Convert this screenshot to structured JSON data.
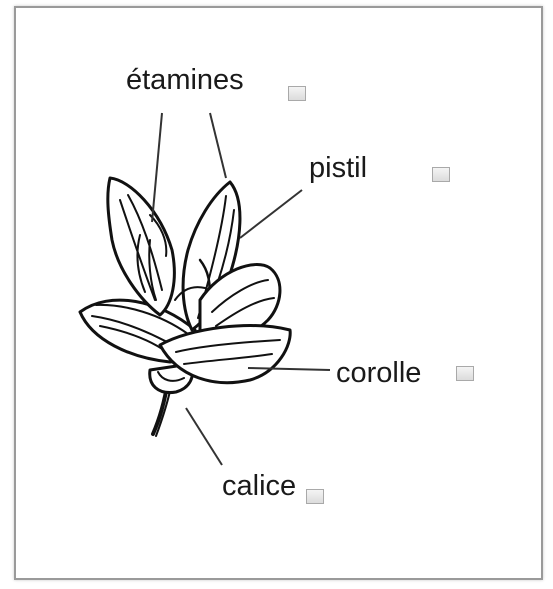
{
  "labels": {
    "etamines": "étamines",
    "pistil": "pistil",
    "corolle": "corolle",
    "calice": "calice"
  },
  "icons": {
    "flower": "flower-drawing",
    "checkbox": "checkbox-icon"
  },
  "colors": {
    "ink": "#1a1a1a",
    "frame": "#9a9a9a",
    "checkbox_border": "#a9a9a9"
  }
}
